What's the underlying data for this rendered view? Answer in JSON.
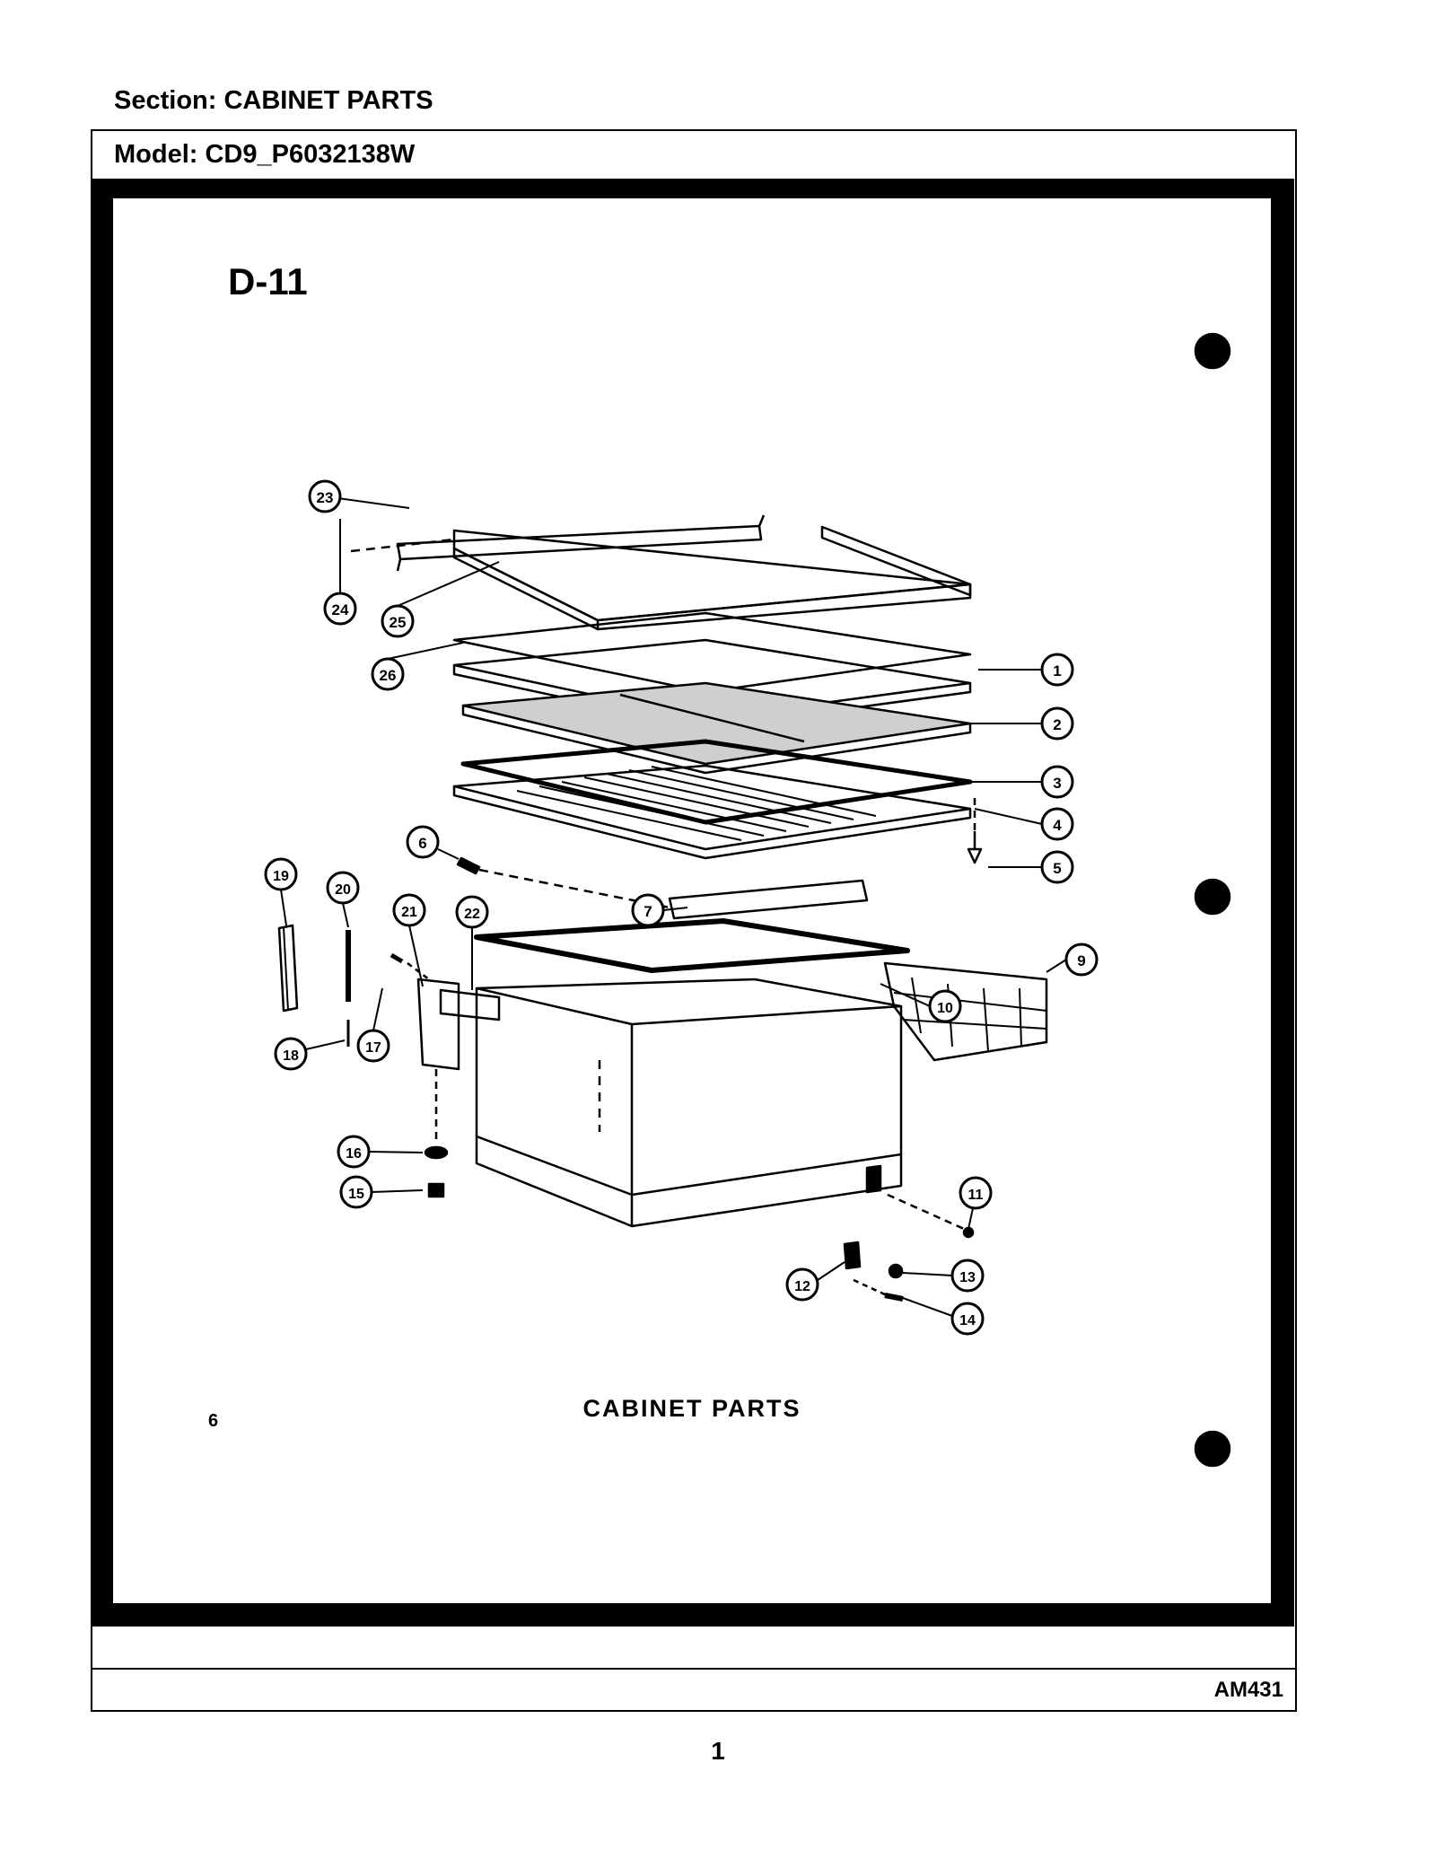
{
  "header": {
    "section": "Section:  CABINET PARTS",
    "model": "Model:  CD9_P6032138W"
  },
  "diagram": {
    "code": "D-11",
    "caption": "CABINET PARTS",
    "page_mark": "6",
    "callouts": [
      "1",
      "2",
      "3",
      "4",
      "5",
      "6",
      "7",
      "9",
      "10",
      "11",
      "12",
      "13",
      "14",
      "15",
      "16",
      "17",
      "18",
      "19",
      "20",
      "21",
      "22",
      "23",
      "24",
      "25",
      "26"
    ]
  },
  "footer": {
    "doc_code": "AM431",
    "page_number": "1"
  }
}
